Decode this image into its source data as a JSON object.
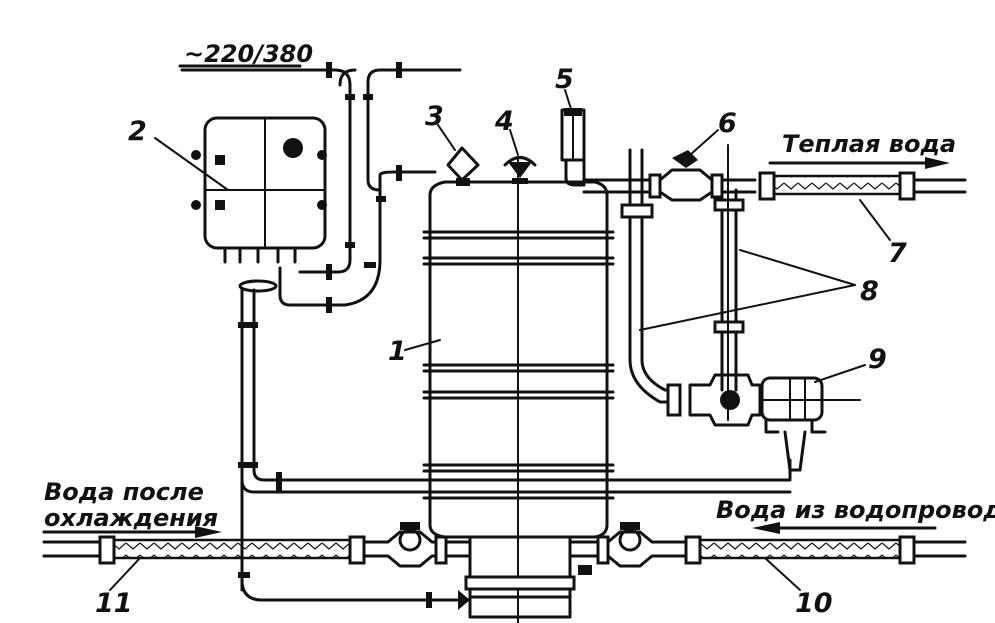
{
  "labels": {
    "voltage": "~220/380",
    "warm_water": "Теплая вода",
    "water_after_cooling_line1": "Вода после",
    "water_after_cooling_line2": "охлаждения",
    "water_from_mains": "Вода из водопровода"
  },
  "callouts": [
    "1",
    "2",
    "3",
    "4",
    "5",
    "6",
    "7",
    "8",
    "9",
    "10",
    "11"
  ]
}
